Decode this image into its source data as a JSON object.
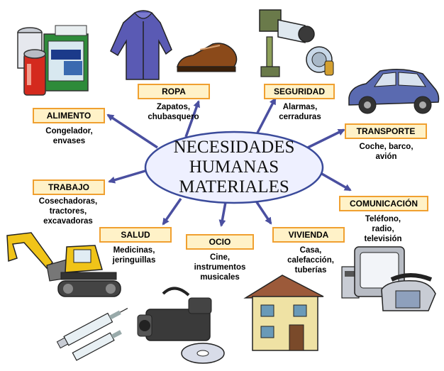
{
  "center": {
    "line1": "NECESIDADES",
    "line2": "HUMANAS",
    "line3": "MATERIALES"
  },
  "nodes": {
    "alimento": {
      "label": "ALIMENTO",
      "desc": [
        "Congelador,",
        "envases"
      ]
    },
    "ropa": {
      "label": "ROPA",
      "desc": [
        "Zapatos,",
        "chubasquero"
      ]
    },
    "seguridad": {
      "label": "SEGURIDAD",
      "desc": [
        "Alarmas,",
        "cerraduras"
      ]
    },
    "transporte": {
      "label": "TRANSPORTE",
      "desc": [
        "Coche, barco,",
        "avión"
      ]
    },
    "trabajo": {
      "label": "TRABAJO",
      "desc": [
        "Cosechadoras,",
        "tractores,",
        "excavadoras"
      ]
    },
    "comunicacion": {
      "label": "COMUNICACIÓN",
      "desc": [
        "Teléfono,",
        "radio,",
        "televisión"
      ]
    },
    "salud": {
      "label": "SALUD",
      "desc": [
        "Medicinas,",
        "jeringuillas"
      ]
    },
    "ocio": {
      "label": "OCIO",
      "desc": [
        "Cine,",
        "instrumentos",
        "musicales"
      ]
    },
    "vivienda": {
      "label": "VIVIENDA",
      "desc": [
        "Casa,",
        "calefacción,",
        "tuberías"
      ]
    }
  },
  "illustrations": {
    "food": "food-packages-icon",
    "clothes": "jacket-and-shoe-icon",
    "security": "security-camera-and-lock-icon",
    "car": "car-icon",
    "excavator": "excavator-icon",
    "electronics": "tv-and-telephone-icon",
    "medical": "syringes-icon",
    "camera": "video-camera-and-disc-icon",
    "house": "house-icon"
  },
  "colors": {
    "label_fill": "#fff2c8",
    "label_border": "#f0a030",
    "ellipse_fill": "#eef0ff",
    "ellipse_border": "#3a4a9a",
    "arrow": "#4a4fa0"
  }
}
